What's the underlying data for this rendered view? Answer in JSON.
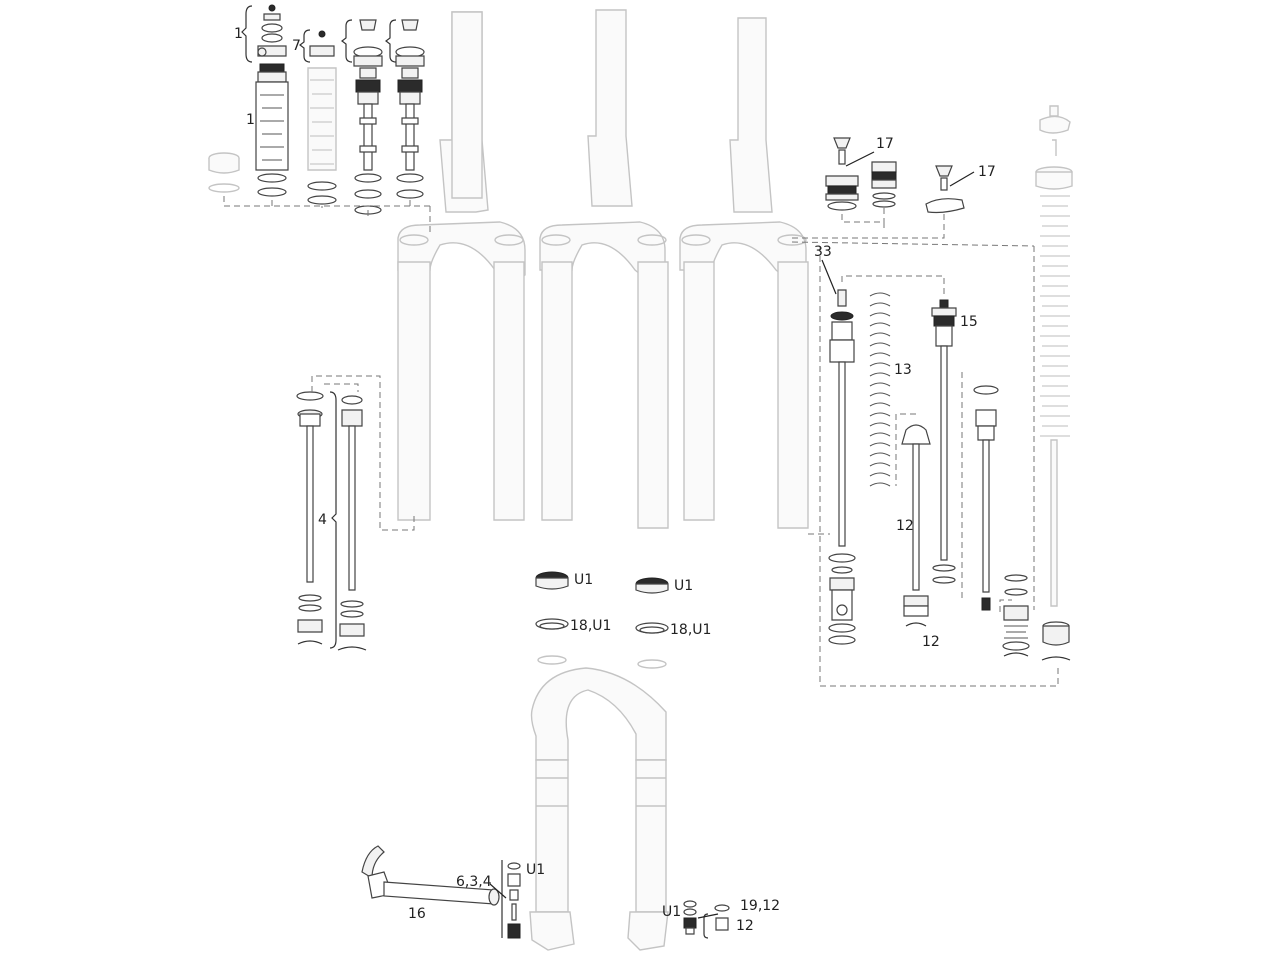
{
  "callouts": {
    "c1a": "1",
    "c7": "7",
    "c1b": "1",
    "c17a": "17",
    "c17b": "17",
    "c33": "33",
    "c15": "15",
    "c13": "13",
    "c12a": "12",
    "c12b": "12",
    "c4": "4",
    "cU1a": "U1",
    "cU1b": "U1",
    "c18a": "18,U1",
    "c18b": "18,U1",
    "c634": "6,3,4",
    "cU1c": "U1",
    "c16": "16",
    "cU1d": "U1",
    "c1912": "19,12",
    "c12c": "12"
  }
}
